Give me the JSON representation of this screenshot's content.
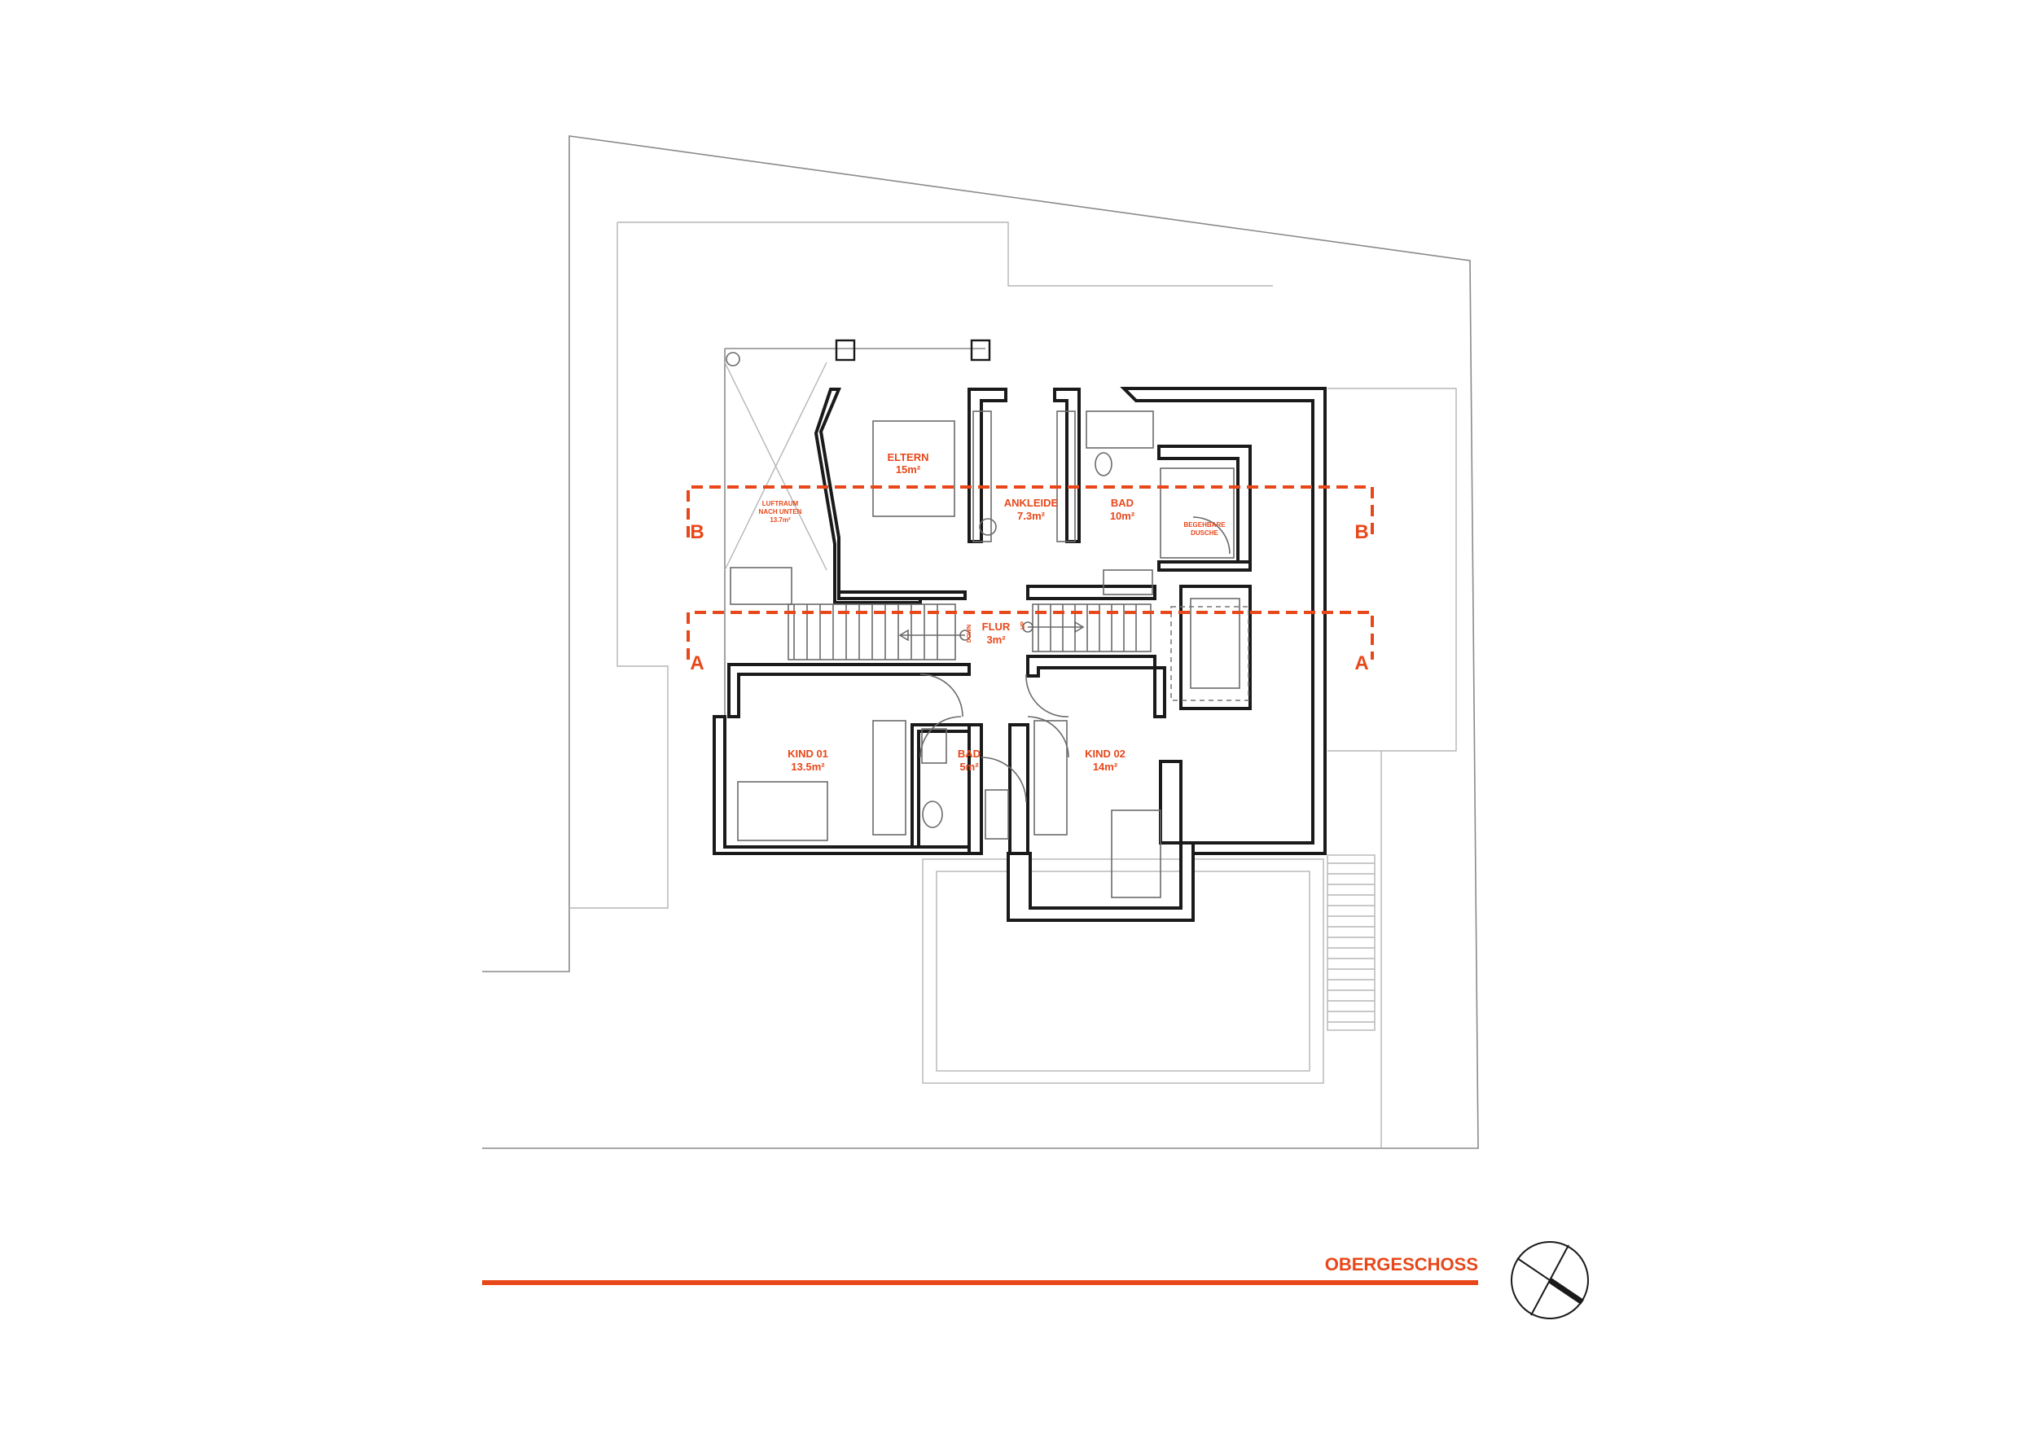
{
  "colors": {
    "accent": "#e8471a",
    "line": "#1a1a1a",
    "site": "#8a8a8a"
  },
  "title": "OBERGESCHOSS",
  "sections": {
    "a_left": "A",
    "a_right": "A",
    "b_left": "B",
    "b_right": "B"
  },
  "rooms": {
    "eltern": {
      "name": "ELTERN",
      "area": "15m²"
    },
    "ankleide": {
      "name": "ANKLEIDE",
      "area": "7.3m²"
    },
    "bad_main": {
      "name": "BAD",
      "area": "10m²"
    },
    "dusche": {
      "line1": "BEGEHBARE",
      "line2": "DUSCHE"
    },
    "luftraum": {
      "line1": "LUFTRAUM",
      "line2": "NACH UNTEN",
      "area": "13.7m²"
    },
    "flur": {
      "name": "FLUR",
      "area": "3m²"
    },
    "kind01": {
      "name": "KIND 01",
      "area": "13.5m²"
    },
    "kind02": {
      "name": "KIND 02",
      "area": "14m²"
    },
    "bad_small": {
      "name": "BAD",
      "area": "5m²"
    }
  },
  "stairs": {
    "down": "DOWN",
    "up": "UP"
  },
  "icons": {
    "north": "north-arrow-icon"
  }
}
